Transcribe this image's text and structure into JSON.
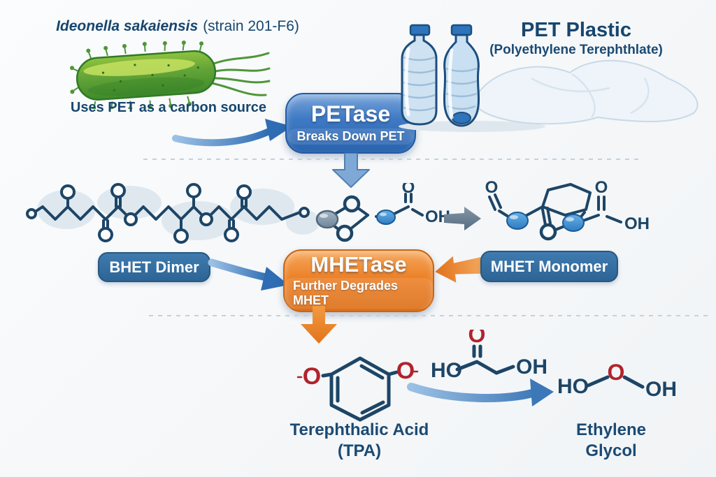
{
  "top": {
    "organism_name": "Ideonella sakaiensis",
    "organism_strain": "(strain 201-F6)",
    "organism_note": "Uses PET as a carbon source",
    "plastic_title": "PET Plastic",
    "plastic_subtitle": "(Polyethylene Terephthlate)"
  },
  "enzymes": {
    "petase": {
      "name": "PETase",
      "action": "Breaks Down PET"
    },
    "mhetase": {
      "name": "MHETase",
      "action": "Further Degrades MHET"
    }
  },
  "molecules": {
    "bhet": "BHET Dimer",
    "mhet": "MHET Monomer",
    "tpa_name": "Terephthalic Acid",
    "tpa_abbr": "(TPA)",
    "eg": "Ethylene Glycol"
  },
  "atoms": {
    "o": "O",
    "oh": "OH",
    "ho": "HO"
  },
  "colors": {
    "heading_navy": "#17466e",
    "petase_blue": "#2e6db3",
    "mhetase_orange": "#e2731c",
    "label_pill_blue": "#2e6da4",
    "oxygen_red": "#b2222c",
    "bond_navy": "#1d4566",
    "bacterium_green": "#4e9637",
    "bottle_blue": "#2d74bd"
  }
}
